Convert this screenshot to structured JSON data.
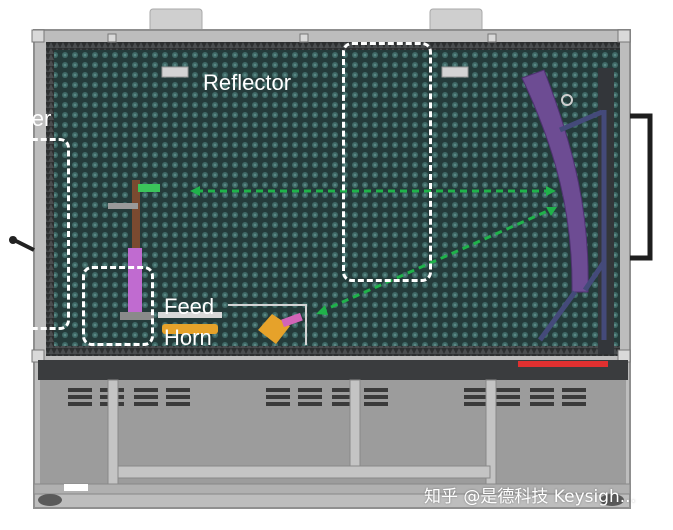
{
  "diagram": {
    "labels": {
      "reflector": "Reflector",
      "corner": "orner",
      "feed_line1": "Feed",
      "feed_line2": "Horn"
    },
    "watermark": "知乎 @是德科技 Keysigh..."
  },
  "colors": {
    "chamber_wall": "#243b3a",
    "absorber_dot": "#3f6966",
    "frame": "#bdbdbd",
    "cabinet": "#9a9a9a",
    "reflector": "#6d4c93",
    "beam": "#1fb24a",
    "feed_horn": "#c06bd0",
    "base_bar": "#e03030"
  }
}
